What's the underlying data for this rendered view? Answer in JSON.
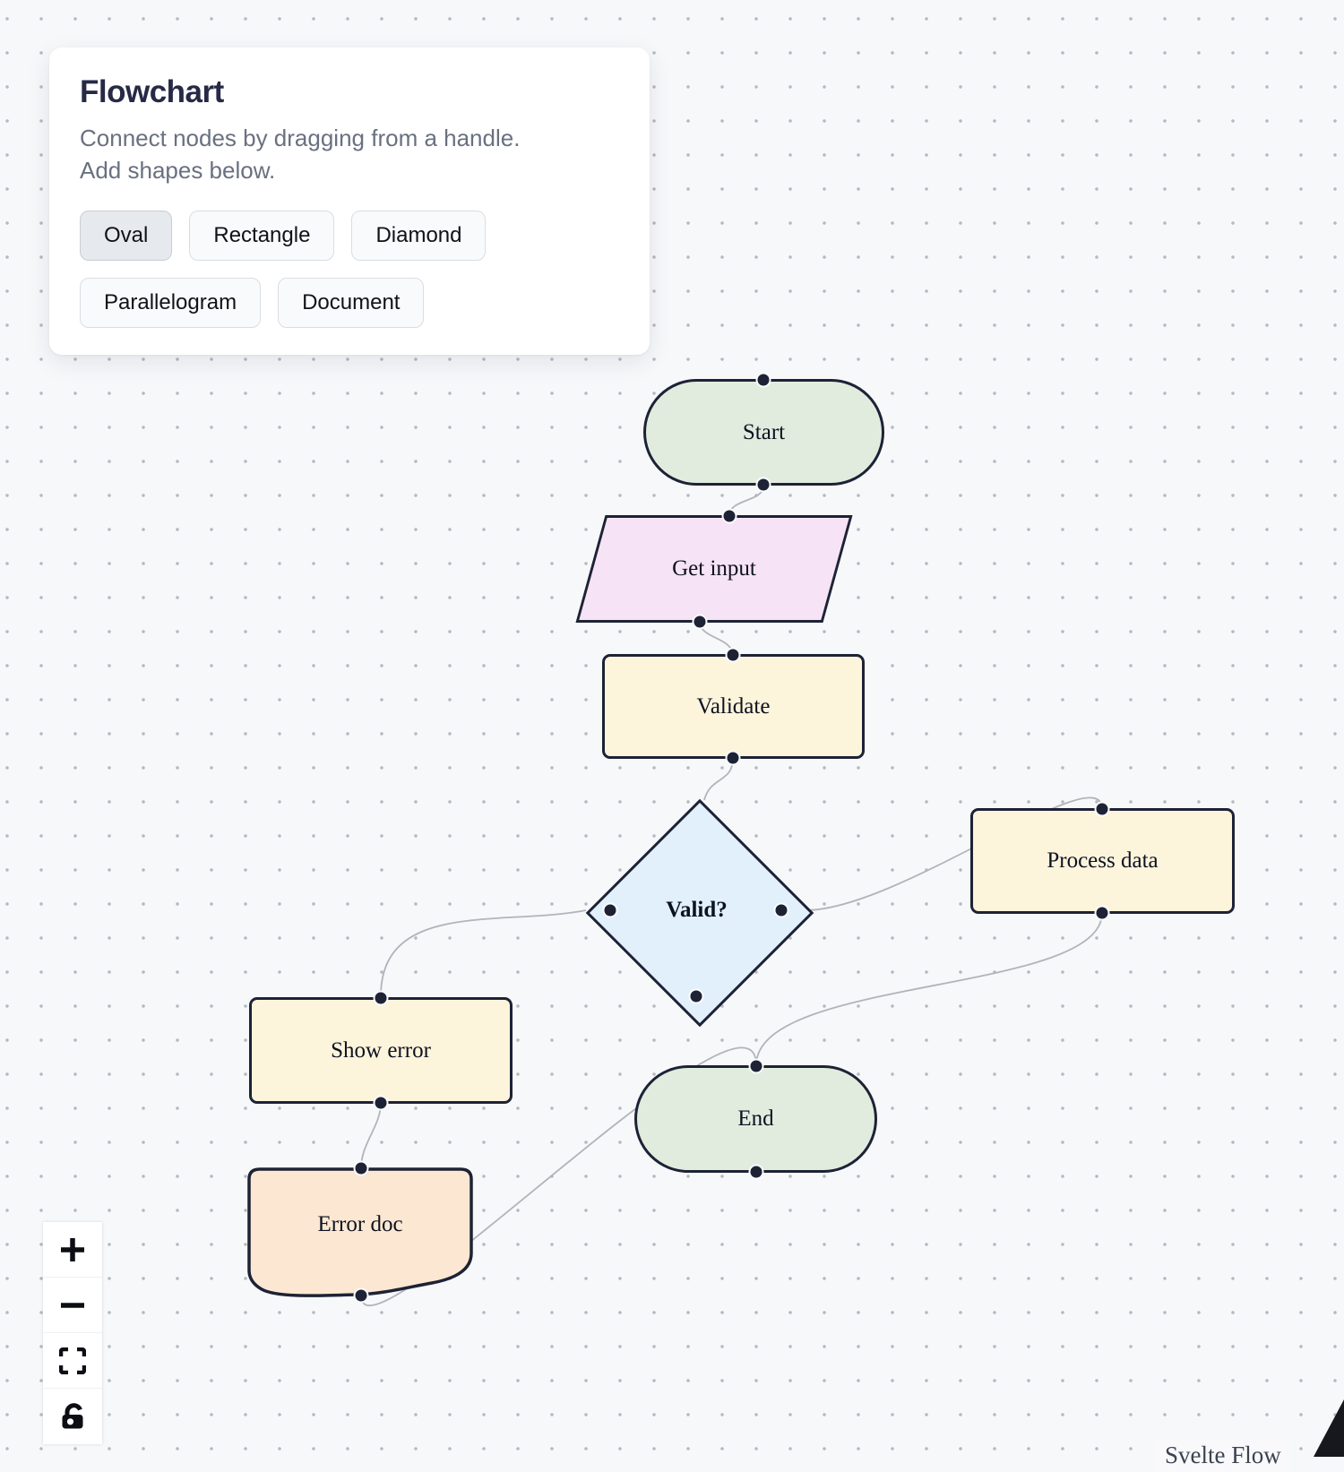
{
  "panel": {
    "title": "Flowchart",
    "description_line1": "Connect nodes by dragging from a handle.",
    "description_line2": "Add shapes below.",
    "shape_buttons": [
      {
        "label": "Oval",
        "active": true
      },
      {
        "label": "Rectangle",
        "active": false
      },
      {
        "label": "Diamond",
        "active": false
      },
      {
        "label": "Parallelogram",
        "active": false
      },
      {
        "label": "Document",
        "active": false
      }
    ]
  },
  "flowchart": {
    "nodes": [
      {
        "id": "start",
        "label": "Start",
        "shape": "oval",
        "fill": "#e1ecdf"
      },
      {
        "id": "get-input",
        "label": "Get input",
        "shape": "parallelogram",
        "fill": "#f6e3f5"
      },
      {
        "id": "validate",
        "label": "Validate",
        "shape": "rectangle",
        "fill": "#fdf4dc"
      },
      {
        "id": "valid",
        "label": "Valid?",
        "shape": "diamond",
        "fill": "#e2f0fc"
      },
      {
        "id": "process-data",
        "label": "Process data",
        "shape": "rectangle",
        "fill": "#fdf4dc"
      },
      {
        "id": "show-error",
        "label": "Show error",
        "shape": "rectangle",
        "fill": "#fdf4dc"
      },
      {
        "id": "end",
        "label": "End",
        "shape": "oval",
        "fill": "#e1ecdf"
      },
      {
        "id": "error-doc",
        "label": "Error doc",
        "shape": "document",
        "fill": "#fce8d2"
      }
    ],
    "edges": [
      {
        "from": "start",
        "to": "get-input"
      },
      {
        "from": "get-input",
        "to": "validate"
      },
      {
        "from": "validate",
        "to": "valid"
      },
      {
        "from": "valid",
        "to": "show-error"
      },
      {
        "from": "valid",
        "to": "process-data"
      },
      {
        "from": "process-data",
        "to": "end"
      },
      {
        "from": "show-error",
        "to": "error-doc"
      },
      {
        "from": "error-doc",
        "to": "end"
      }
    ]
  },
  "controls": {
    "zoom_in": "plus-icon",
    "zoom_out": "minus-icon",
    "fit_view": "fit-view-icon",
    "lock": "unlocked-padlock-icon"
  },
  "attribution": {
    "text": "Svelte Flow"
  },
  "colors": {
    "background": "#f7f8fa",
    "grid_dot": "#b6b9c2",
    "node_border": "#1d2235",
    "edge": "#b1b4ba",
    "oval_fill": "#e1ecdf",
    "parallelogram_fill": "#f6e3f5",
    "rectangle_fill": "#fdf4dc",
    "diamond_fill": "#e2f0fc",
    "document_fill": "#fce8d2",
    "panel_title_color": "#262a45",
    "panel_description_color": "#697080",
    "button_active_bg": "#e6e9ed"
  }
}
